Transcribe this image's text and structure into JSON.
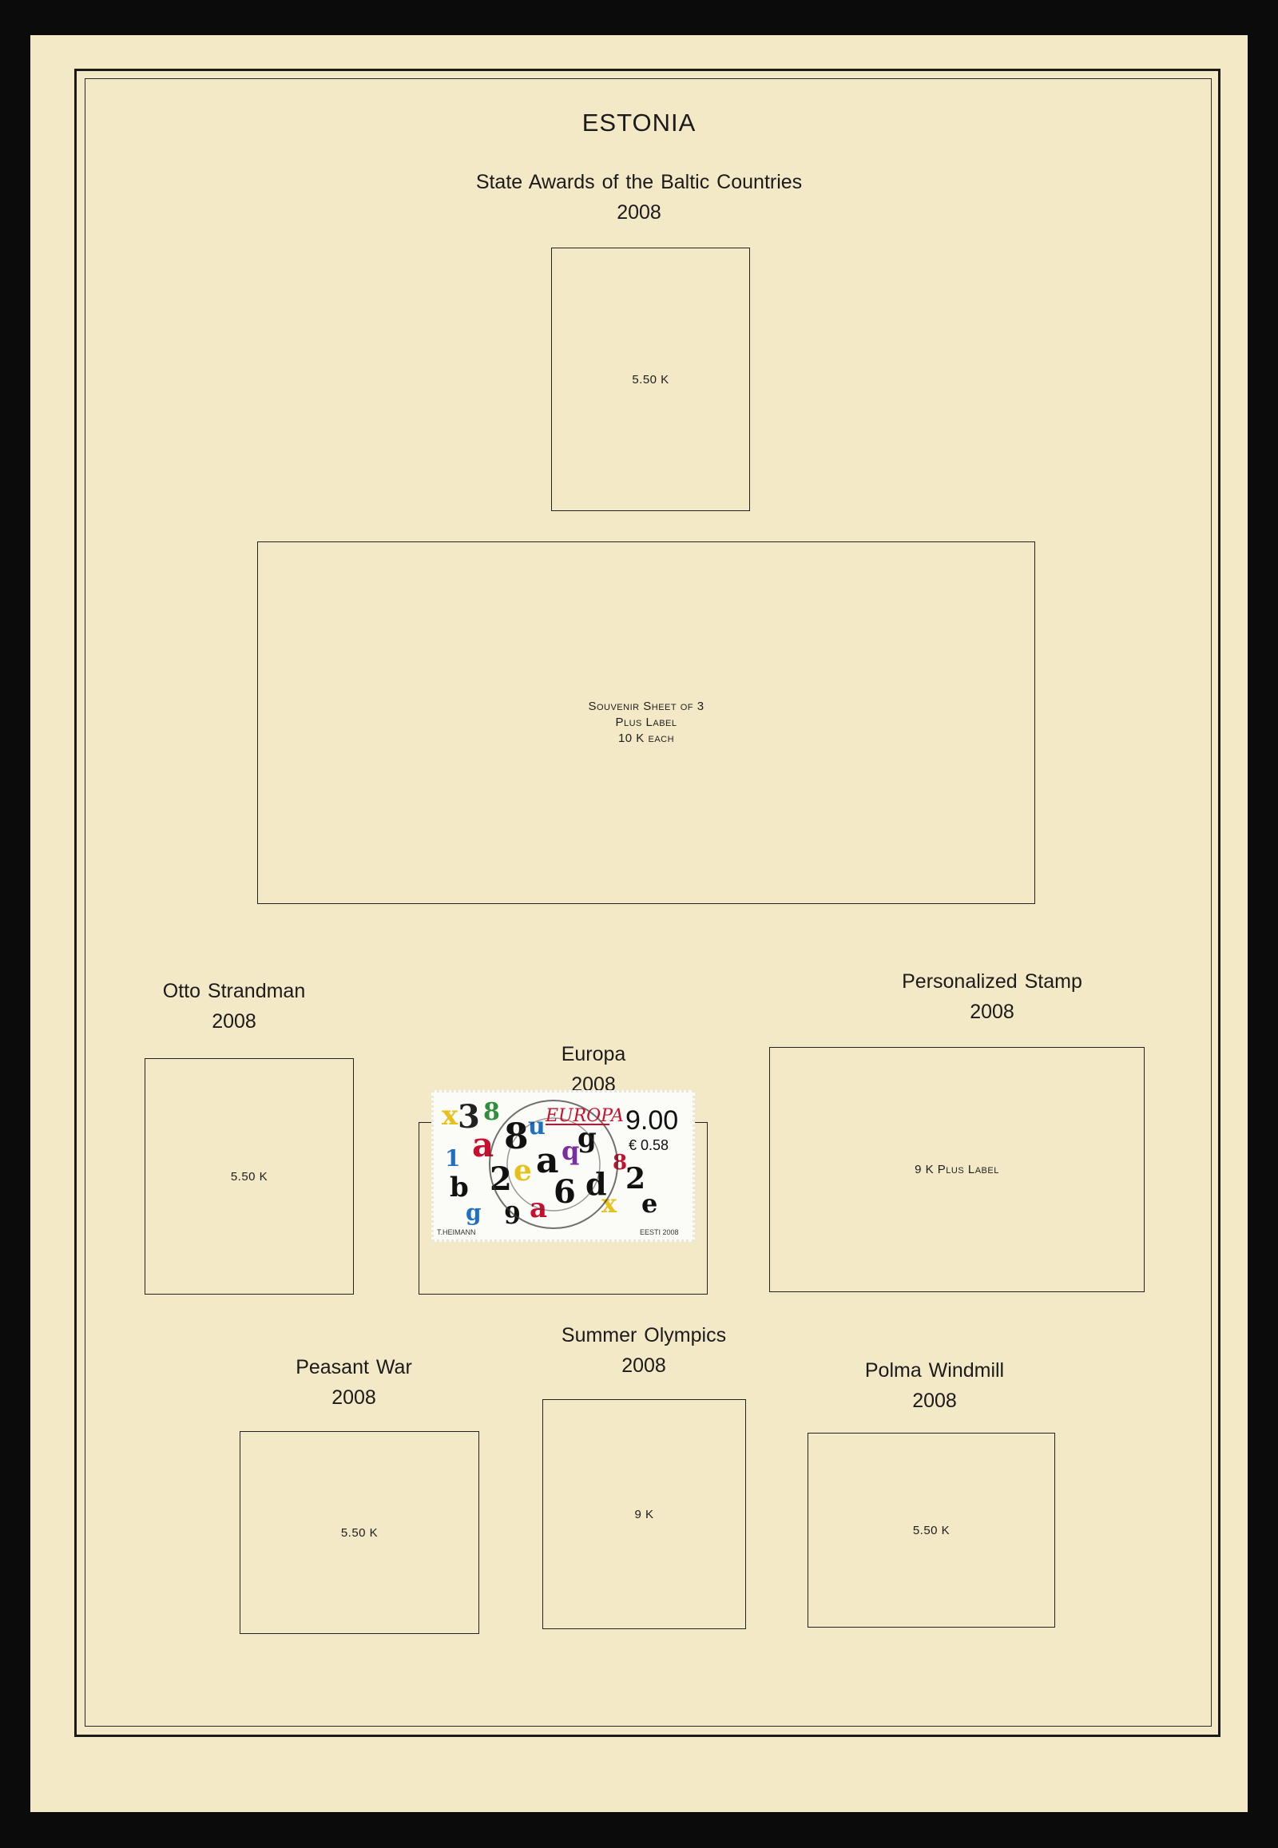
{
  "header": {
    "country": "ESTONIA"
  },
  "sections": {
    "state_awards": {
      "title": "State Awards of the Baltic Countries",
      "year": "2008",
      "box_label": "5.50 K"
    },
    "souvenir_sheet": {
      "line1": "Souvenir Sheet of 3",
      "line2": "Plus Label",
      "line3": "10 K each"
    },
    "otto_strandman": {
      "title": "Otto Strandman",
      "year": "2008",
      "box_label": "5.50 K"
    },
    "europa": {
      "title": "Europa",
      "year": "2008"
    },
    "personalized_stamp": {
      "title": "Personalized Stamp",
      "year": "2008",
      "box_label": "9 K Plus Label"
    },
    "peasant_war": {
      "title": "Peasant War",
      "year": "2008",
      "box_label": "5.50 K"
    },
    "summer_olympics": {
      "title": "Summer Olympics",
      "year": "2008",
      "box_label": "9 K"
    },
    "polma_windmill": {
      "title": "Polma Windmill",
      "year": "2008",
      "box_label": "5.50 K"
    }
  },
  "stamp": {
    "brand": "EUROPA",
    "value": "9.00",
    "euro_value": "€ 0.58",
    "designer": "T.HEIMANN",
    "country_year": "EESTI 2008"
  },
  "colors": {
    "page": "#f3e9c7",
    "frame": "#1a1a1a",
    "background": "#0b0b0b"
  }
}
